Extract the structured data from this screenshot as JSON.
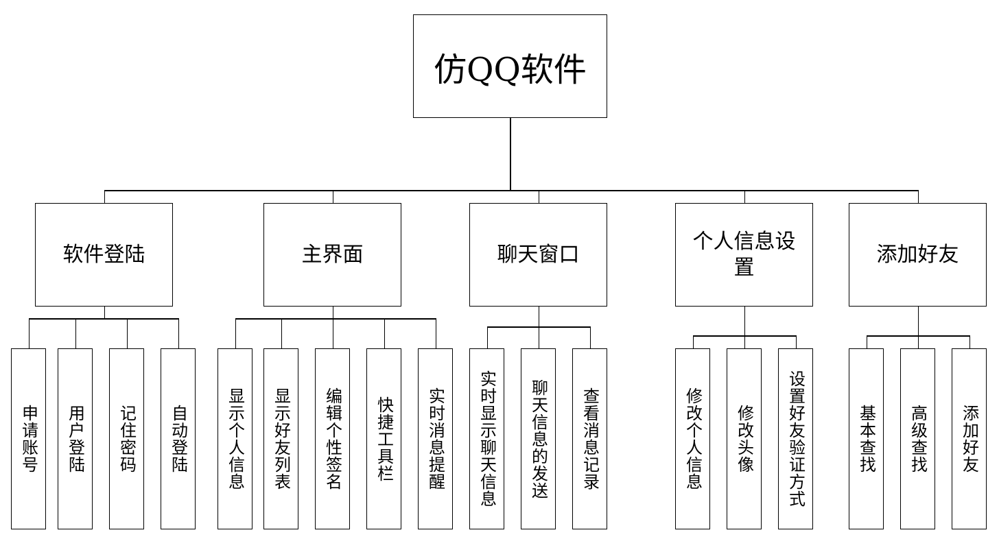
{
  "root": {
    "label": "仿QQ软件"
  },
  "modules": [
    {
      "label": "软件登陆",
      "children": [
        "申请账号",
        "用户登陆",
        "记住密码",
        "自动登陆"
      ]
    },
    {
      "label": "主界面",
      "children": [
        "显示个人信息",
        "显示好友列表",
        "编辑个性签名",
        "快捷工具栏",
        "实时消息提醒"
      ]
    },
    {
      "label": "聊天窗口",
      "children": [
        "实时显示聊天信息",
        "聊天信息的发送",
        "查看消息记录"
      ]
    },
    {
      "label": "个人信息设置",
      "children": [
        "修改个人信息",
        "修改头像",
        "设置好友验证方式"
      ]
    },
    {
      "label": "添加好友",
      "children": [
        "基本查找",
        "高级查找",
        "添加好友"
      ]
    }
  ]
}
